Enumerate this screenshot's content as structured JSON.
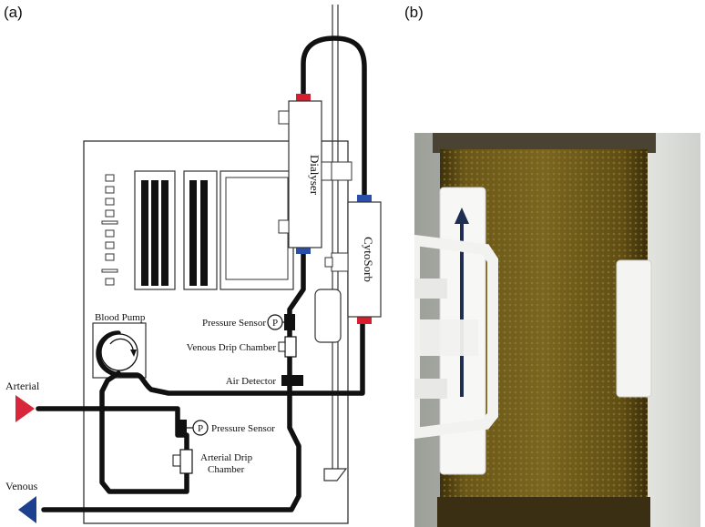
{
  "panels": {
    "a": "(a)",
    "b": "(b)"
  },
  "labels": {
    "dialyser": "Dialyser",
    "cytosorb": "CytoSorb",
    "blood_pump": "Blood Pump",
    "pressure_sensor_venous": "Pressure Sensor",
    "venous_drip_chamber": "Venous Drip Chamber",
    "air_detector": "Air Detector",
    "pressure_sensor_arterial": "Pressure Sensor",
    "arterial_drip_line1": "Arterial Drip",
    "arterial_drip_line2": "Chamber",
    "arterial": "Arterial",
    "venous": "Venous",
    "p_symbol": "P"
  },
  "colors": {
    "tube": "#111111",
    "arterial_marker": "#d8263a",
    "venous_marker": "#1d3f8f",
    "cap_red": "#d81e2e",
    "cap_blue": "#2a4fa8",
    "resin": "#6e5a1c",
    "resin_dark": "#4f3f10",
    "clip": "#f2f2f2",
    "background_photo": "#d9dbd6"
  },
  "icons": [
    "pressure-sensor-icon",
    "pump-rotor-icon",
    "arterial-arrow-icon",
    "venous-arrow-icon",
    "flow-arrow-icon"
  ]
}
